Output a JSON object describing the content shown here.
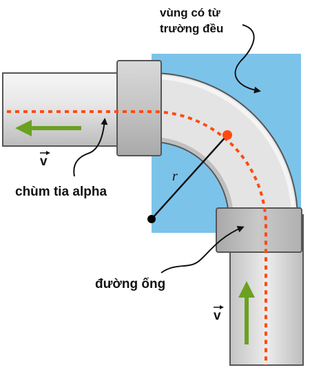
{
  "labels": {
    "region_line1": "vùng có từ",
    "region_line2": "trường đều",
    "beam": "chùm tia alpha",
    "pipe": "đường ống",
    "radius": "r",
    "velocity_left": "v",
    "velocity_bottom": "v"
  },
  "colors": {
    "field_region": "#7cc3ea",
    "pipe_body": "#e2e2e2",
    "pipe_outline": "#555555",
    "collar": "#bdbdbd",
    "beam_path": "#ff4a12",
    "velocity_arrow": "#6aa121",
    "center_point": "#000000"
  }
}
